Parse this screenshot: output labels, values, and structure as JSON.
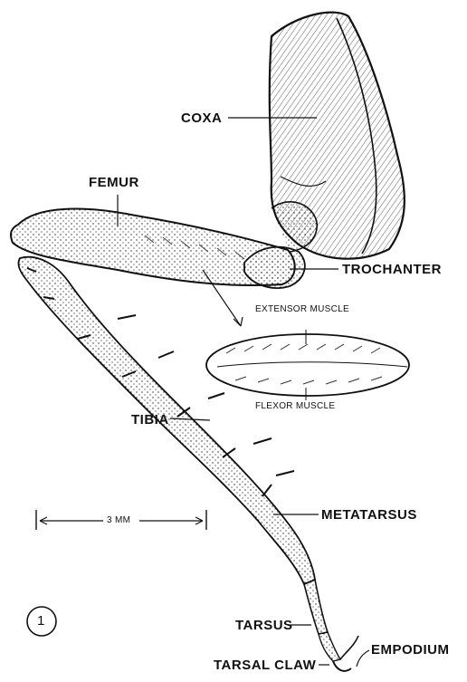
{
  "labels": {
    "coxa": "COXA",
    "femur": "FEMUR",
    "trochanter": "TROCHANTER",
    "extensor_muscle": "EXTENSOR MUSCLE",
    "flexor_muscle": "FLEXOR MUSCLE",
    "tibia": "TIBIA",
    "metatarsus": "METATARSUS",
    "tarsus": "TARSUS",
    "empodium": "EMPODIUM",
    "tarsal_claw": "TARSAL CLAW"
  },
  "scale_bar": {
    "label": "3 MM"
  },
  "figure_number": "1"
}
